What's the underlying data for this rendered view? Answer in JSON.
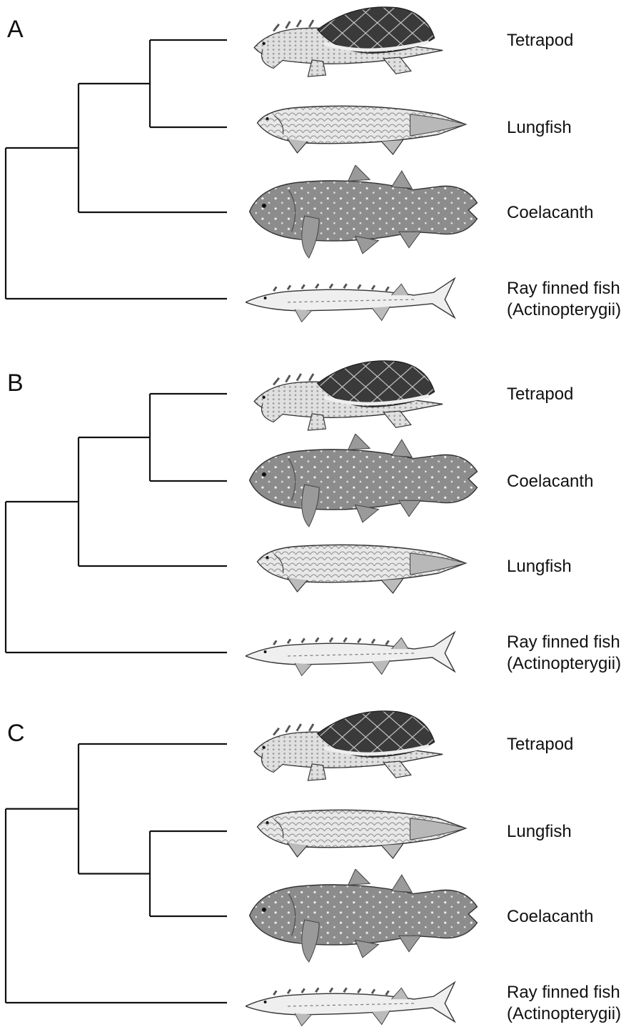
{
  "figure": {
    "panels": [
      {
        "letter": "A",
        "taxa": [
          {
            "icon": "tetrapod-icon",
            "label": [
              "Tetrapod"
            ]
          },
          {
            "icon": "lungfish-icon",
            "label": [
              "Lungfish"
            ]
          },
          {
            "icon": "coelacanth-icon",
            "label": [
              "Coelacanth"
            ]
          },
          {
            "icon": "ray-finned-fish-icon",
            "label": [
              "Ray finned fish",
              "(Actinopterygii)"
            ]
          }
        ],
        "topology": "(((Tetrapod,Lungfish),Coelacanth),Ray finned fish)"
      },
      {
        "letter": "B",
        "taxa": [
          {
            "icon": "tetrapod-icon",
            "label": [
              "Tetrapod"
            ]
          },
          {
            "icon": "coelacanth-icon",
            "label": [
              "Coelacanth"
            ]
          },
          {
            "icon": "lungfish-icon",
            "label": [
              "Lungfish"
            ]
          },
          {
            "icon": "ray-finned-fish-icon",
            "label": [
              "Ray finned fish",
              "(Actinopterygii)"
            ]
          }
        ],
        "topology": "(((Tetrapod,Coelacanth),Lungfish),Ray finned fish)"
      },
      {
        "letter": "C",
        "taxa": [
          {
            "icon": "tetrapod-icon",
            "label": [
              "Tetrapod"
            ]
          },
          {
            "icon": "lungfish-icon",
            "label": [
              "Lungfish"
            ]
          },
          {
            "icon": "coelacanth-icon",
            "label": [
              "Coelacanth"
            ]
          },
          {
            "icon": "ray-finned-fish-icon",
            "label": [
              "Ray finned fish",
              "(Actinopterygii)"
            ]
          }
        ],
        "topology": "((Tetrapod,(Lungfish,Coelacanth)),Ray finned fish)"
      }
    ]
  }
}
